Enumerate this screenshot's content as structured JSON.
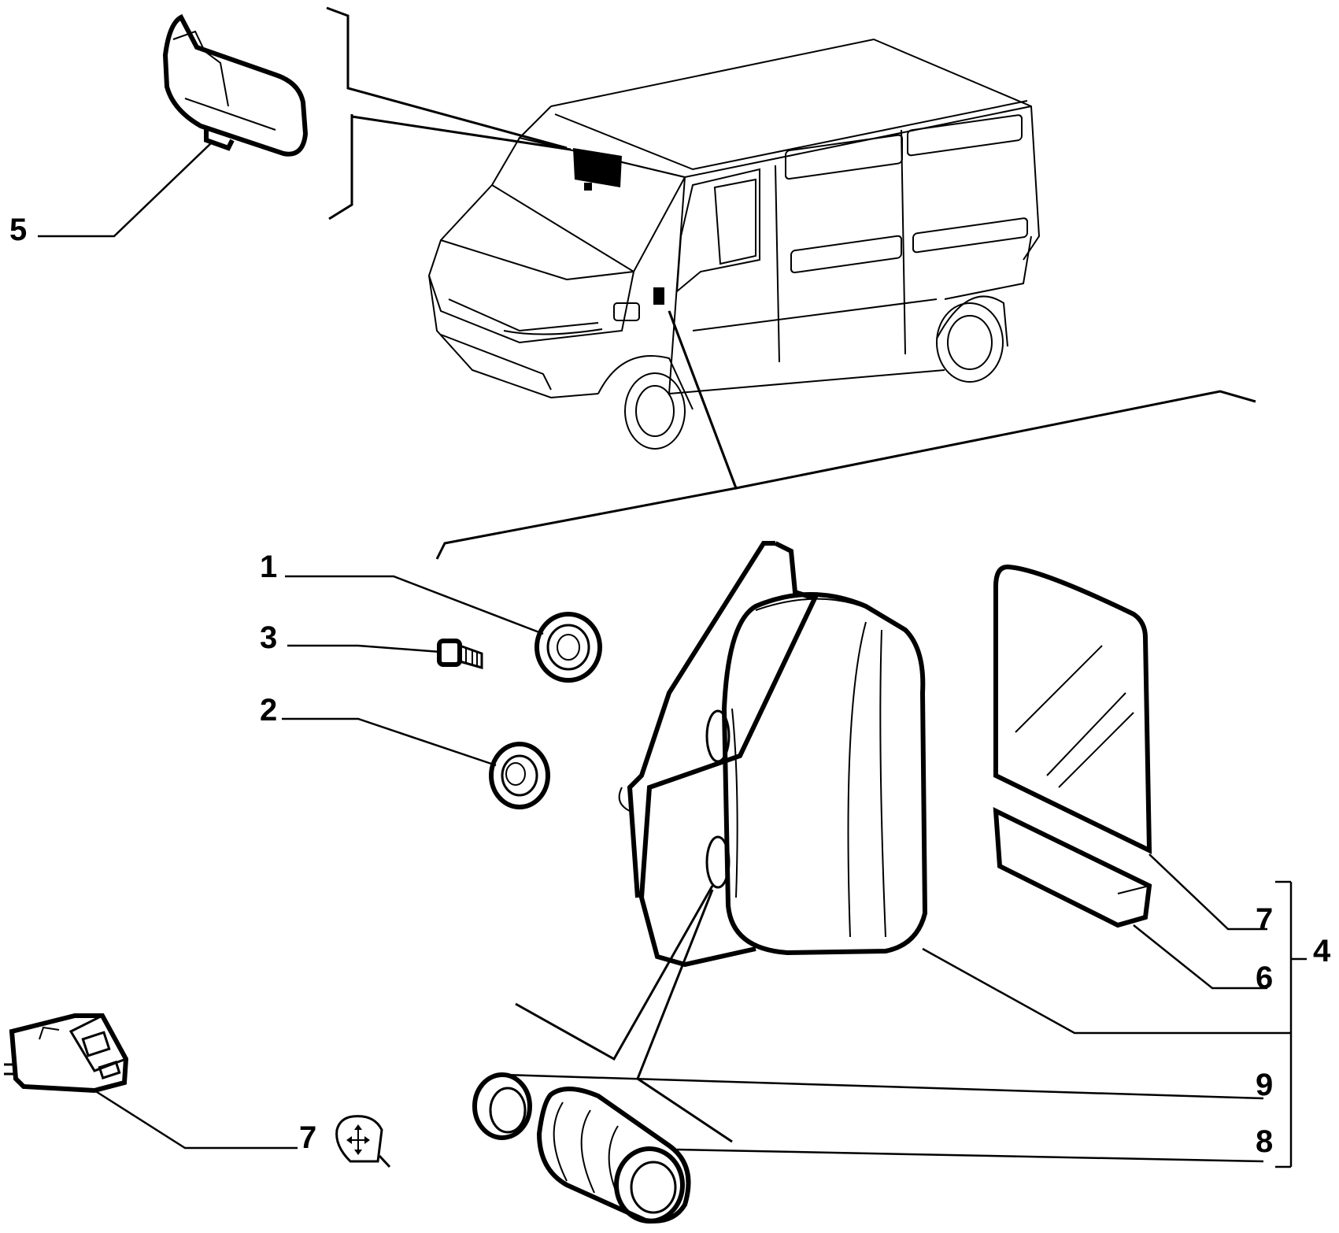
{
  "callouts": {
    "c1": "1",
    "c2": "2",
    "c3": "3",
    "c4": "4",
    "c5": "5",
    "c6": "6",
    "c7a": "7",
    "c7b": "7",
    "c8": "8",
    "c9": "9"
  },
  "icons": {
    "van": "van-icon",
    "mirror_assembly": "exterior-mirror-icon",
    "interior_mirror": "interior-mirror-icon",
    "switch": "mirror-control-switch-icon",
    "adjust_symbol": "mirror-adjust-symbol-icon"
  }
}
